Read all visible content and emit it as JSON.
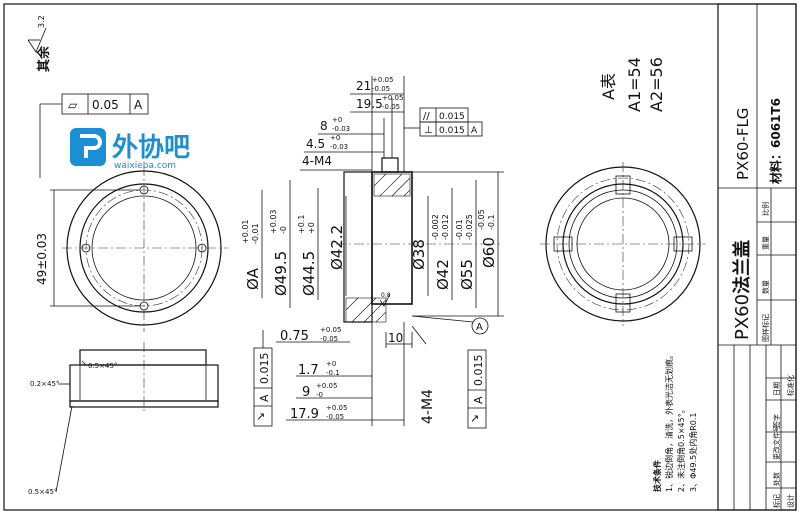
{
  "roughness_note": {
    "label": "其余",
    "value": "3.2"
  },
  "flatness_frame": {
    "symbol": "▱",
    "value": "0.05",
    "datum": "A"
  },
  "watermark": {
    "brand": "外协吧",
    "url": "waixieba.com"
  },
  "front_view": {
    "dia_49": "49±0.03"
  },
  "section_dims": {
    "d21": {
      "base": "21",
      "up": "+0.05",
      "low": "-0.05"
    },
    "d19_5": {
      "base": "19.5",
      "up": "+0.05",
      "low": "-0.05"
    },
    "d8": {
      "base": "8",
      "up": "+0",
      "low": "-0.03"
    },
    "d4_5": {
      "base": "4.5",
      "up": "+0",
      "low": "-0.03"
    },
    "m4_top": "4-M4",
    "parallel": {
      "value": "0.015"
    },
    "perp": {
      "value": "0.015",
      "datum": "A"
    },
    "phiA": {
      "base": "ØA",
      "up": "+0.01",
      "low": "-0.01"
    },
    "phi49_5": {
      "base": "Ø49.5",
      "up": "+0.03",
      "low": "-0"
    },
    "phi44_5": {
      "base": "Ø44.5",
      "up": "+0.1",
      "low": "+0"
    },
    "phi42_2": {
      "base": "Ø42.2"
    },
    "phi38": {
      "base": "Ø38"
    },
    "phi42": {
      "base": "Ø42",
      "up": "-0.002",
      "low": "-0.012"
    },
    "phi55": {
      "base": "Ø55",
      "up": "-0.01",
      "low": "-0.025"
    },
    "phi60": {
      "base": "Ø60",
      "up": "-0.05",
      "low": "-0.1"
    },
    "rough_small": "0.8",
    "d0_75": {
      "base": "0.75",
      "up": "+0.05",
      "low": "-0.05"
    },
    "d10": "10",
    "datum_circle": "A",
    "d1_7": {
      "base": "1.7",
      "up": "+0",
      "low": "-0.1"
    },
    "d9": {
      "base": "9",
      "up": "+0.05",
      "low": "-0"
    },
    "d17_9": {
      "base": "17.9",
      "up": "+0.05",
      "low": "-0.05"
    },
    "m4_bottom": "4-M4",
    "runout_left": {
      "value": "0.015",
      "datum": "A"
    },
    "runout_right": {
      "value": "0.015",
      "datum": "A"
    }
  },
  "side_view": {
    "ch1": "0.5×45°",
    "ch2": "0.2×45°",
    "ch3": "0.5×45°"
  },
  "tech_notes": {
    "title": "技术条件",
    "line1": "1、锐边倒角，清洗，外表光洁无划痕。",
    "line2": "2、未注倒角0.5×45°。",
    "line3": "3、Φ49.5处内角R0.1"
  },
  "a_table": {
    "title": "A表",
    "a1": "A1=54",
    "a2": "A2=56"
  },
  "title_block": {
    "part_no": "PX60-FLG",
    "material": "材料：6061T6",
    "part_name_code": "PX60",
    "part_name": "法兰盖",
    "h_stage": "图样标记",
    "h_qty": "数量",
    "h_weight": "重量",
    "h_scale": "比例",
    "rev_cols": [
      "标记",
      "处数",
      "更改文件号",
      "签字",
      "日期"
    ],
    "design": "设计",
    "standard": "标准化"
  }
}
